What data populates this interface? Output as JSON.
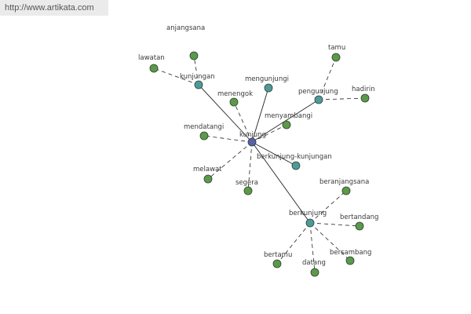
{
  "watermark": "http://www.artikata.com",
  "colors": {
    "center": "#5a5fae",
    "hub": "#4e9a9a",
    "leaf": "#5a9a4a",
    "node_stroke": "#2f3f2f",
    "edge": "#222222"
  },
  "nodes": [
    {
      "id": "kunjung",
      "label": "kunjung",
      "kind": "center"
    },
    {
      "id": "kunjungan",
      "label": "kunjungan",
      "kind": "hub"
    },
    {
      "id": "mengunjungi",
      "label": "mengunjungi",
      "kind": "hub"
    },
    {
      "id": "pengunjung",
      "label": "pengunjung",
      "kind": "hub"
    },
    {
      "id": "berkunjung-kunjungan",
      "label": "berkunjung-kunjungan",
      "kind": "hub"
    },
    {
      "id": "berkunjung",
      "label": "berkunjung",
      "kind": "hub"
    },
    {
      "id": "anjangsana",
      "label": "anjangsana",
      "kind": "leaf"
    },
    {
      "id": "lawatan",
      "label": "lawatan",
      "kind": "leaf"
    },
    {
      "id": "menengok",
      "label": "menengok",
      "kind": "leaf"
    },
    {
      "id": "menyambangi",
      "label": "menyambangi",
      "kind": "leaf"
    },
    {
      "id": "mendatangi",
      "label": "mendatangi",
      "kind": "leaf"
    },
    {
      "id": "melawat",
      "label": "melawat",
      "kind": "leaf"
    },
    {
      "id": "segera",
      "label": "segera",
      "kind": "leaf"
    },
    {
      "id": "tamu",
      "label": "tamu",
      "kind": "leaf"
    },
    {
      "id": "hadirin",
      "label": "hadirin",
      "kind": "leaf"
    },
    {
      "id": "beranjangsana",
      "label": "beranjangsana",
      "kind": "leaf"
    },
    {
      "id": "bertandang",
      "label": "bertandang",
      "kind": "leaf"
    },
    {
      "id": "bersambang",
      "label": "bersambang",
      "kind": "leaf"
    },
    {
      "id": "datang",
      "label": "datang",
      "kind": "leaf"
    },
    {
      "id": "bertamu",
      "label": "bertamu",
      "kind": "leaf"
    }
  ],
  "edges": [
    {
      "from": "kunjung",
      "to": "kunjungan",
      "style": "solid"
    },
    {
      "from": "kunjung",
      "to": "mengunjungi",
      "style": "solid"
    },
    {
      "from": "kunjung",
      "to": "pengunjung",
      "style": "solid"
    },
    {
      "from": "kunjung",
      "to": "berkunjung-kunjungan",
      "style": "solid"
    },
    {
      "from": "kunjung",
      "to": "berkunjung",
      "style": "solid"
    },
    {
      "from": "kunjung",
      "to": "menengok",
      "style": "dashed"
    },
    {
      "from": "kunjung",
      "to": "menyambangi",
      "style": "dashed"
    },
    {
      "from": "kunjung",
      "to": "mendatangi",
      "style": "dashed"
    },
    {
      "from": "kunjung",
      "to": "melawat",
      "style": "dashed"
    },
    {
      "from": "kunjung",
      "to": "segera",
      "style": "dashed"
    },
    {
      "from": "kunjungan",
      "to": "anjangsana",
      "style": "dashed"
    },
    {
      "from": "kunjungan",
      "to": "lawatan",
      "style": "dashed"
    },
    {
      "from": "pengunjung",
      "to": "tamu",
      "style": "dashed"
    },
    {
      "from": "pengunjung",
      "to": "hadirin",
      "style": "dashed"
    },
    {
      "from": "berkunjung",
      "to": "beranjangsana",
      "style": "dashed"
    },
    {
      "from": "berkunjung",
      "to": "bertandang",
      "style": "dashed"
    },
    {
      "from": "berkunjung",
      "to": "bersambang",
      "style": "dashed"
    },
    {
      "from": "berkunjung",
      "to": "datang",
      "style": "dashed"
    },
    {
      "from": "berkunjung",
      "to": "bertamu",
      "style": "dashed"
    }
  ]
}
